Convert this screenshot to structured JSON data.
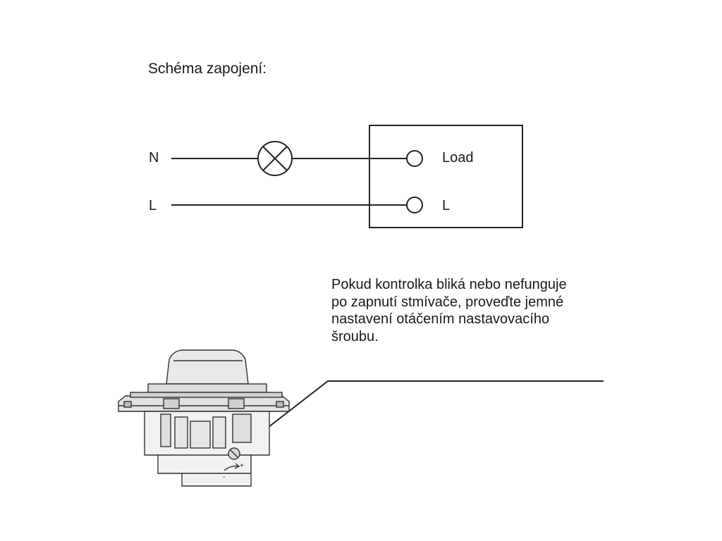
{
  "diagram": {
    "title": "Schéma zapojení:",
    "supply_labels": {
      "neutral": "N",
      "live": "L"
    },
    "dimmer_terminals": {
      "load": "Load",
      "live": "L"
    },
    "note_lines": [
      "Pokud kontrolka bliká nebo nefunguje",
      "po zapnutí stmívače, proveďte jemné",
      "nastavení otáčením nastavovacího",
      "šroubu."
    ],
    "screw_signs": {
      "minus": "-",
      "plus": "+"
    }
  }
}
